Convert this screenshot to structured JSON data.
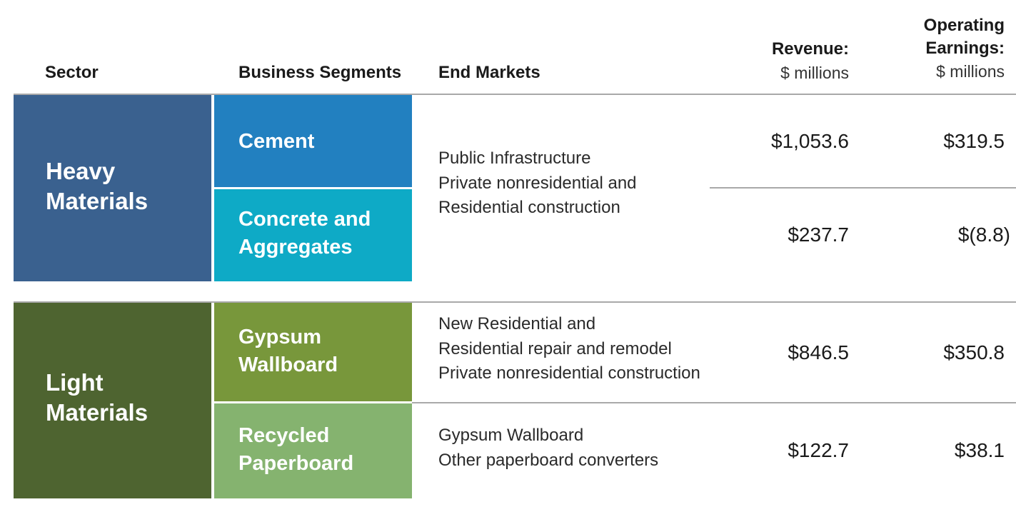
{
  "header": {
    "sector": "Sector",
    "business_segments": "Business Segments",
    "end_markets": "End Markets",
    "revenue": {
      "line1": "Revenue:",
      "line2": "$ millions"
    },
    "operating_earnings": {
      "line1": "Operating",
      "line2": "Earnings:",
      "line3": "$ millions"
    }
  },
  "sectors": [
    {
      "name_line1": "Heavy",
      "name_line2": "Materials",
      "color": "#3a618f",
      "end_markets": [
        "Public Infrastructure",
        "Private nonresidential and",
        "Residential construction"
      ],
      "segments": [
        {
          "line1": "Cement",
          "color": "#2280c0",
          "revenue": "$1,053.6",
          "earnings": "$319.5"
        },
        {
          "line1": "Concrete and",
          "line2": "Aggregates",
          "color": "#0eaac6",
          "revenue": "$237.7",
          "earnings": "$(8.8)"
        }
      ]
    },
    {
      "name_line1": "Light",
      "name_line2": "Materials",
      "color": "#4e6430",
      "segments": [
        {
          "line1": "Gypsum",
          "line2": "Wallboard",
          "color": "#78973b",
          "end_markets": [
            "New Residential and",
            "Residential repair and remodel",
            "Private nonresidential construction"
          ],
          "revenue": "$846.5",
          "earnings": "$350.8"
        },
        {
          "line1": "Recycled",
          "line2": "Paperboard",
          "color": "#85b36f",
          "end_markets": [
            "Gypsum Wallboard",
            "Other paperboard converters"
          ],
          "revenue": "$122.7",
          "earnings": "$38.1"
        }
      ]
    }
  ]
}
